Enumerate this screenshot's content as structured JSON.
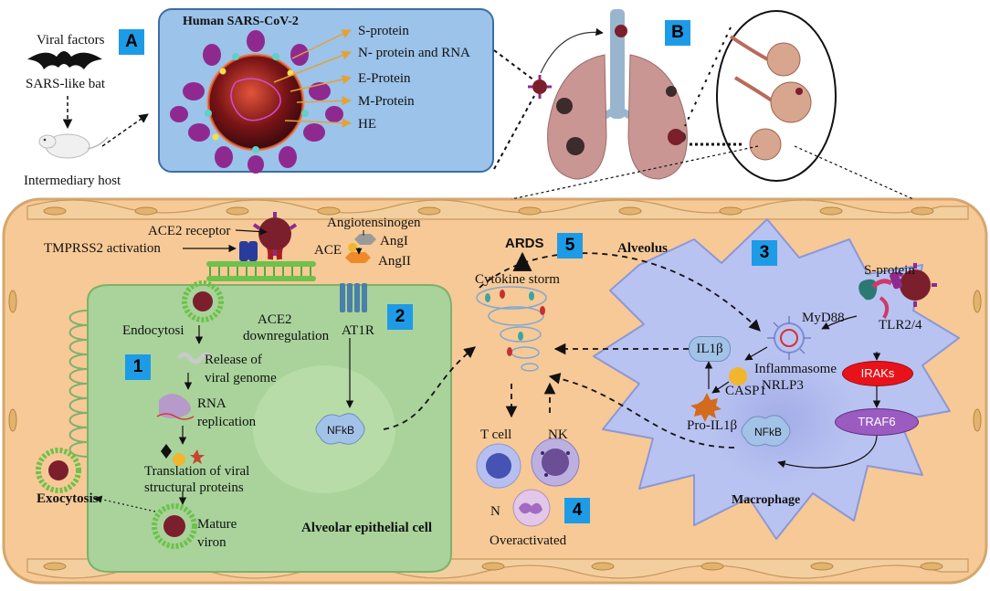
{
  "badges": {
    "a": "A",
    "b": "B",
    "one": "1",
    "two": "2",
    "three": "3",
    "four": "4",
    "five": "5"
  },
  "origin": {
    "viral_factors": "Viral factors",
    "bat": "SARS-like bat",
    "host": "Intermediary host"
  },
  "virus_panel": {
    "title": "Human SARS-CoV-2",
    "parts": [
      "S-protein",
      "N- protein and RNA",
      "E-Protein",
      "M-Protein",
      "HE"
    ]
  },
  "entry": {
    "ace2_receptor": "ACE2 receptor",
    "tmprss2": "TMPRSS2 activation",
    "endocytosis": "Endocytosi",
    "release_1": "Release of",
    "release_2": "viral genome",
    "rna_1": "RNA",
    "rna_2": "replication",
    "translation_1": "Translation of viral",
    "translation_2": "structural proteins",
    "mature_1": "Mature",
    "mature_2": "viron",
    "exocytosis": "Exocytosis",
    "epithelial": "Alveolar epithelial cell"
  },
  "ras": {
    "angiotensinogen": "Angiotensinogen",
    "ace": "ACE",
    "ang1": "AngI",
    "ang2": "AngII",
    "ace2_down_1": "ACE2",
    "ace2_down_2": "downregulation",
    "at1r": "AT1R",
    "nfkb": "NFkB"
  },
  "storm": {
    "ards": "ARDS",
    "cytokine": "Cytokine storm",
    "alveolus": "Alveolus",
    "t_cell": "T cell",
    "nk": "NK",
    "n": "N",
    "overactivated": "Overactivated"
  },
  "macrophage": {
    "s_protein": "S-protein",
    "myd88": "MyD88",
    "tlr": "TLR2/4",
    "il1b": "IL1β",
    "inflammasome": "Inflammasome",
    "nrlp3": "NRLP3",
    "casp1": "CASP1",
    "pro_il1b": "Pro-IL1β",
    "irak": "IRAKs",
    "traf6": "TRAF6",
    "nfkb": "NFkB",
    "name": "Macrophage"
  },
  "colors": {
    "tissue": "#f7c996",
    "epithelial": "#a9d39b",
    "macrophage": "#b9c3f1",
    "virus": "#7b1f2c",
    "spike": "#8e2a8f",
    "irak": "#e8131a",
    "traf6": "#9b5bc0",
    "badge": "#1e9be6"
  }
}
